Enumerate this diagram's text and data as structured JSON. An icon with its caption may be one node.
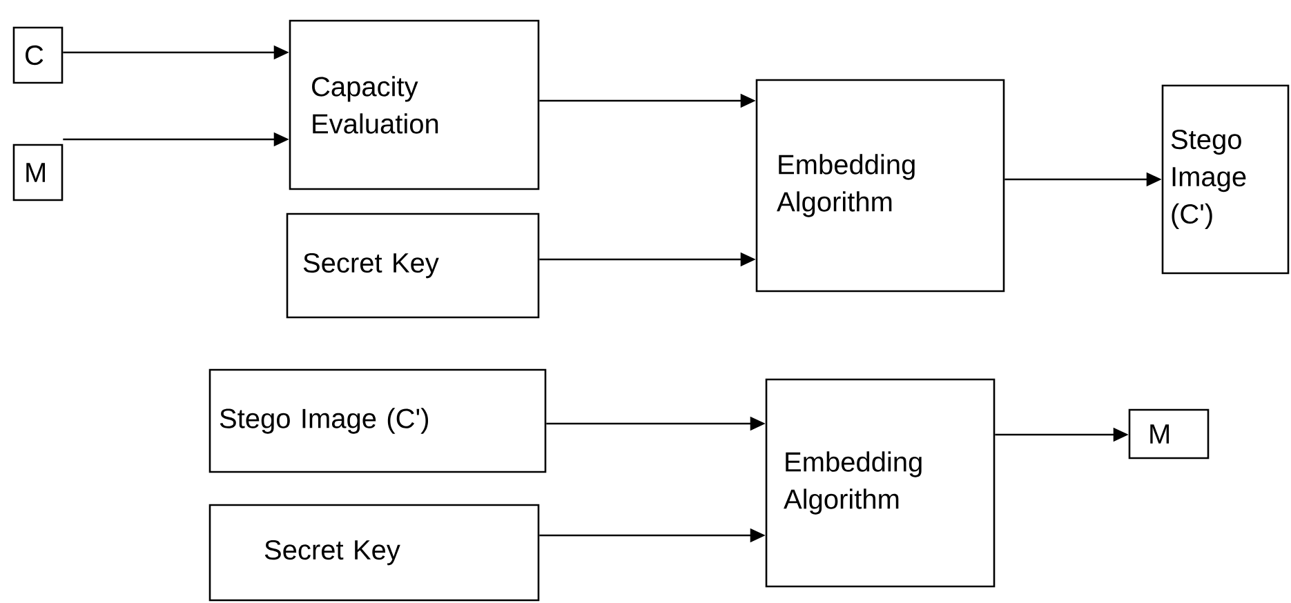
{
  "diagram": {
    "nodes": [
      {
        "text": [
          "C"
        ]
      },
      {
        "text": [
          "M"
        ]
      },
      {
        "text": [
          "Capacity Evaluation"
        ]
      },
      {
        "text": [
          "Secret Key"
        ]
      },
      {
        "text": [
          "Embedding Algorithm"
        ]
      },
      {
        "text": [
          "Stego Image (C')"
        ]
      },
      {
        "text": [
          "Stego Image (C')"
        ]
      },
      {
        "text": [
          "Secret Key"
        ]
      },
      {
        "text": [
          "Embedding Algorithm"
        ]
      },
      {
        "text": [
          "M"
        ]
      }
    ],
    "edges": [
      {
        "from": 0,
        "to": 2,
        "arrow": "to"
      },
      {
        "from": 1,
        "to": 2,
        "arrow": "to"
      },
      {
        "from": 2,
        "to": 4,
        "arrow": "to"
      },
      {
        "from": 3,
        "to": 4,
        "arrow": "to"
      },
      {
        "from": 4,
        "to": 5,
        "arrow": "to"
      },
      {
        "from": 6,
        "to": 8,
        "arrow": "to"
      },
      {
        "from": 7,
        "to": 8,
        "arrow": "to"
      },
      {
        "from": 8,
        "to": 9,
        "arrow": "to"
      }
    ]
  }
}
